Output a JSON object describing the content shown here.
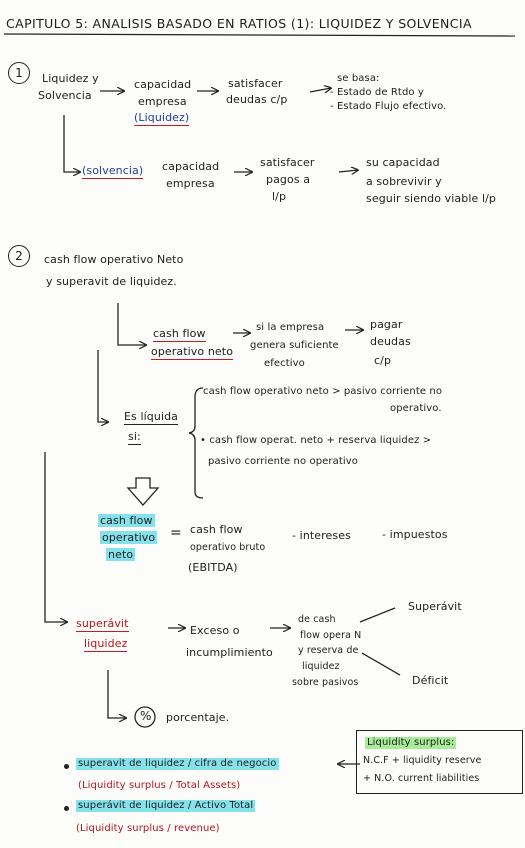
{
  "title": "CAPITULO 5: ANALISIS BASADO EN RATIOS (1): LIQUIDEZ Y SOLVENCIA",
  "section1": {
    "number": "1",
    "label_l1": "Liquidez y",
    "label_l2": "Solvencia",
    "cap_l1": "capacidad",
    "cap_l2": "empresa",
    "cap_l3": "(Liquidez)",
    "sat_l1": "satisfacer",
    "sat_l2": "deudas c/p",
    "basa_l1": "se basa:",
    "basa_l2": "- Estado de Rtdo y",
    "basa_l3": "- Estado Flujo efectivo.",
    "solv": "(solvencia)",
    "cap2_l1": "capacidad",
    "cap2_l2": "empresa",
    "sat2_l1": "satisfacer",
    "sat2_l2": "pagos a",
    "sat2_l3": "l/p",
    "su_l1": "su capacidad",
    "su_l2": "a sobrevivir y",
    "su_l3": "seguir siendo viable l/p"
  },
  "section2": {
    "number": "2",
    "head_l1": "cash flow operativo Neto",
    "head_l2": "y superavit de liquidez.",
    "cfo_l1": "cash flow",
    "cfo_l2": "operativo neto",
    "si_l1": "si la empresa",
    "si_l2": "genera suficiente",
    "si_l3": "efectivo",
    "pagar_l1": "pagar",
    "pagar_l2": "deudas",
    "pagar_l3": "c/p",
    "es_l1": "Es líquida",
    "es_l2": "si:",
    "cond1_l1": "cash flow operativo neto > pasivo corriente no",
    "cond1_l2": "operativo.",
    "cond2_l1": "• cash flow operat. neto + reserva liquidez >",
    "cond2_l2": "pasivo corriente no operativo",
    "cfn_l1": "cash flow",
    "cfn_l2": "operativo",
    "cfn_l3": "neto",
    "eq": "=",
    "bruto_l1": "cash flow",
    "bruto_l2": "operativo bruto",
    "bruto_l3": "(EBITDA)",
    "minus1": "- intereses",
    "minus2": "- impuestos",
    "sup_l1": "superávit",
    "sup_l2": "liquidez",
    "exc_l1": "Exceso o",
    "exc_l2": "incumplimiento",
    "de_l1": "de cash",
    "de_l2": "flow opera N",
    "de_l3": "y reserva de",
    "de_l4": "liquidez",
    "de_l5": "sobre pasivos",
    "superavit": "Superávit",
    "deficit": "Déficit",
    "pct_symbol": "%",
    "pct_label": "porcentaje."
  },
  "bullets": {
    "b1_main": "superavit de liquidez / cifra de negocio",
    "b1_sub": "(Liquidity surplus / Total Assets)",
    "b2_main": "superávit de liquidez / Activo Total",
    "b2_sub": "(Liquidity surplus / revenue)"
  },
  "box": {
    "title": "Liquidity surplus:",
    "l1": "N.C.F + liquidity reserve",
    "l2": "+ N.O. current liabilities"
  },
  "colors": {
    "ink": "#1d1d1d",
    "blue": "#1f3f9a",
    "red": "#b8141a",
    "highlight": "#86e2ea"
  }
}
